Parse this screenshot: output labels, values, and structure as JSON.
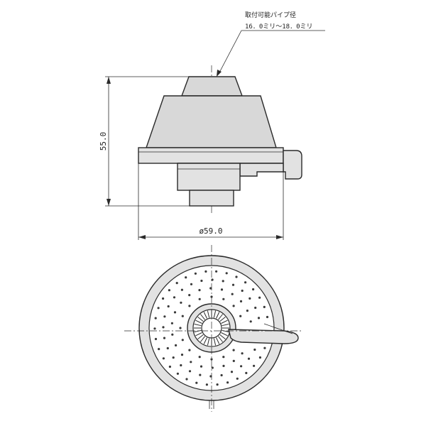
{
  "annotation": {
    "title": "取付可能パイプ径",
    "range": "16．0ミリ～18．0ミリ"
  },
  "dimensions": {
    "height": "55.0",
    "diameter": "ø59.0"
  }
}
